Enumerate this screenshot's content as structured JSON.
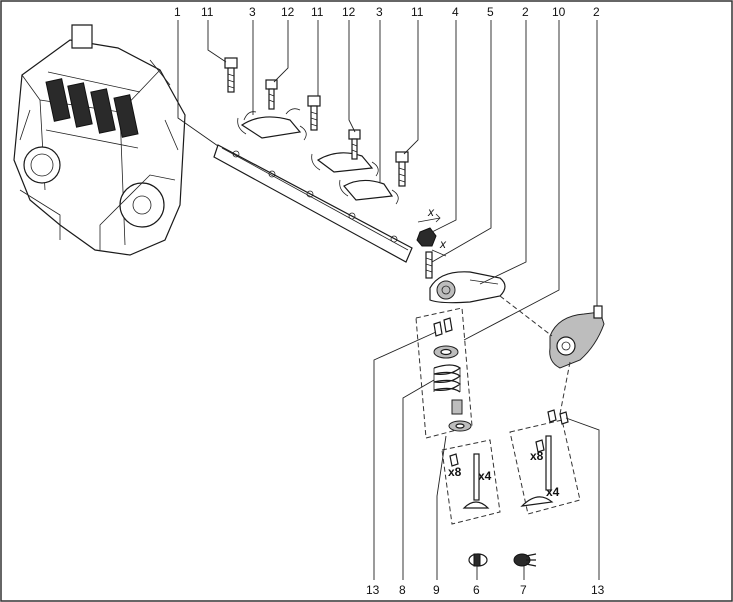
{
  "callouts": {
    "top": [
      "1",
      "11",
      "3",
      "12",
      "11",
      "12",
      "3",
      "11",
      "4",
      "5",
      "2",
      "10",
      "2"
    ],
    "bottom": [
      "13",
      "8",
      "9",
      "6",
      "7",
      "13"
    ]
  },
  "marks": {
    "clearance": "x",
    "qty_keepers_a": "x8",
    "qty_valves_a": "x4",
    "qty_keepers_b": "x8",
    "qty_valves_b": "x4"
  }
}
